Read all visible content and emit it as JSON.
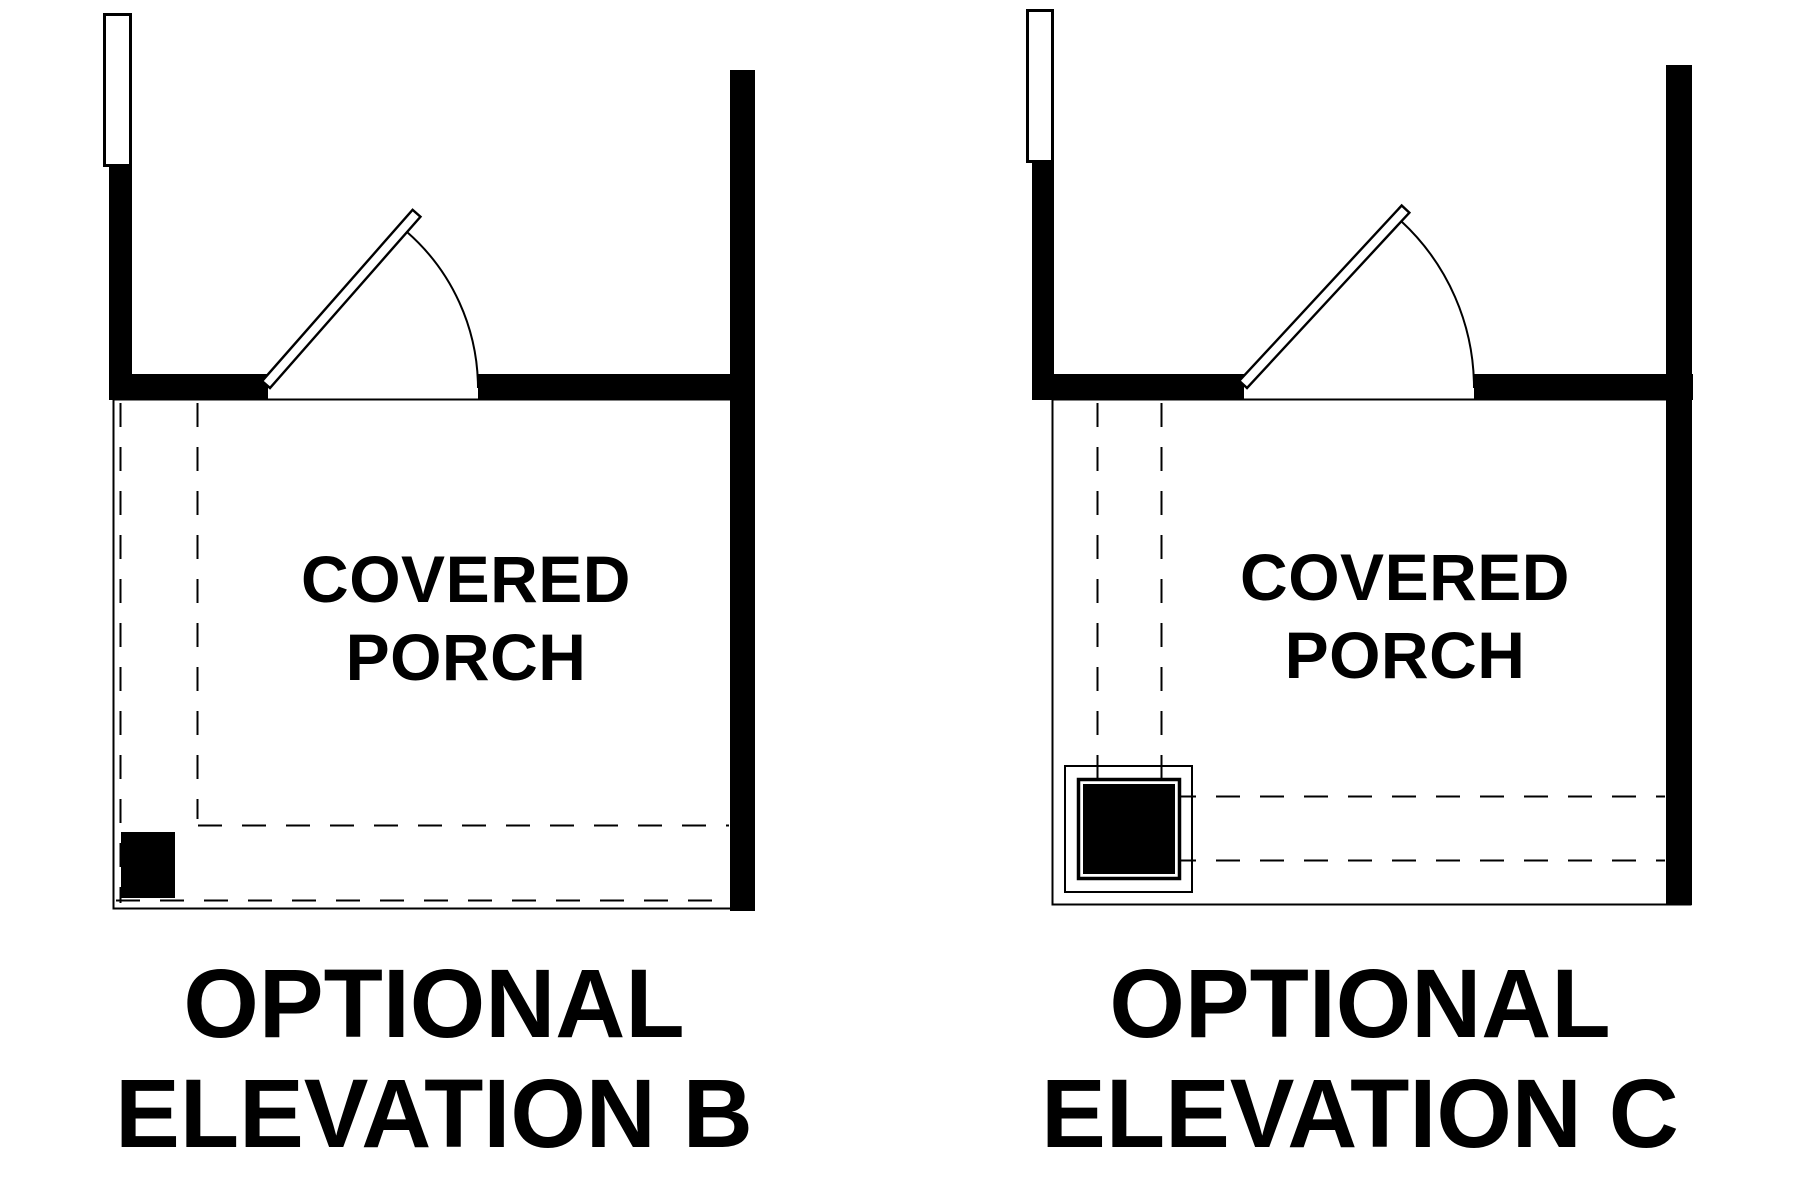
{
  "page": {
    "background_color": "#ffffff",
    "line_color": "#000000"
  },
  "plans": [
    {
      "name": "optional-elevation-b",
      "room_label_line1": "COVERED",
      "room_label_line2": "PORCH",
      "caption_line1": "OPTIONAL",
      "caption_line2": "ELEVATION B"
    },
    {
      "name": "optional-elevation-c",
      "room_label_line1": "COVERED",
      "room_label_line2": "PORCH",
      "caption_line1": "OPTIONAL",
      "caption_line2": "ELEVATION C"
    }
  ]
}
